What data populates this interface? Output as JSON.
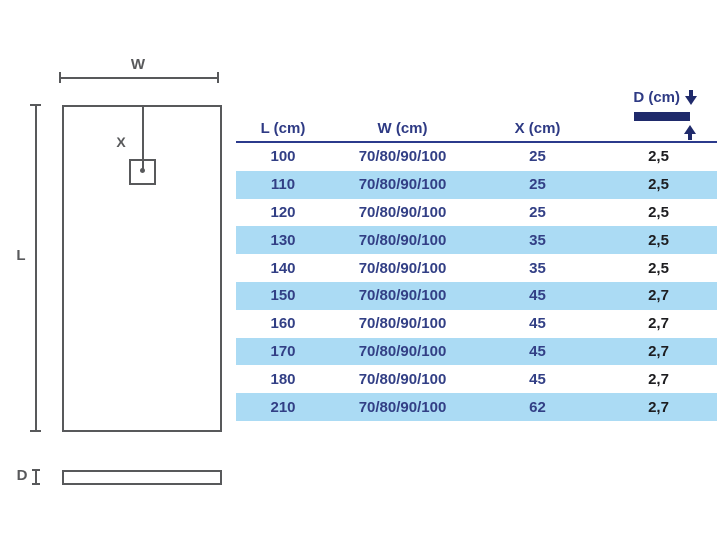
{
  "diagram": {
    "width_label": "W",
    "length_label": "L",
    "drain_offset_label": "X",
    "depth_label": "D"
  },
  "table": {
    "columns": [
      "L (cm)",
      "W (cm)",
      "X (cm)",
      "D (cm)"
    ],
    "rows": [
      [
        "100",
        "70/80/90/100",
        "25",
        "2,5"
      ],
      [
        "110",
        "70/80/90/100",
        "25",
        "2,5"
      ],
      [
        "120",
        "70/80/90/100",
        "25",
        "2,5"
      ],
      [
        "130",
        "70/80/90/100",
        "35",
        "2,5"
      ],
      [
        "140",
        "70/80/90/100",
        "35",
        "2,5"
      ],
      [
        "150",
        "70/80/90/100",
        "45",
        "2,7"
      ],
      [
        "160",
        "70/80/90/100",
        "45",
        "2,7"
      ],
      [
        "170",
        "70/80/90/100",
        "45",
        "2,7"
      ],
      [
        "180",
        "70/80/90/100",
        "45",
        "2,7"
      ],
      [
        "210",
        "70/80/90/100",
        "62",
        "2,7"
      ]
    ]
  },
  "colors": {
    "table_text_navy": "#323f85",
    "header_text_navy": "#2e3a84",
    "accent_navy": "#1f2a6b",
    "header_line_navy": "#2b3a8c",
    "d_value_dark": "#1d1d20",
    "row_stripe_blue": "#abdbf4",
    "diagram_gray": "#58595b",
    "background": "#ffffff"
  }
}
